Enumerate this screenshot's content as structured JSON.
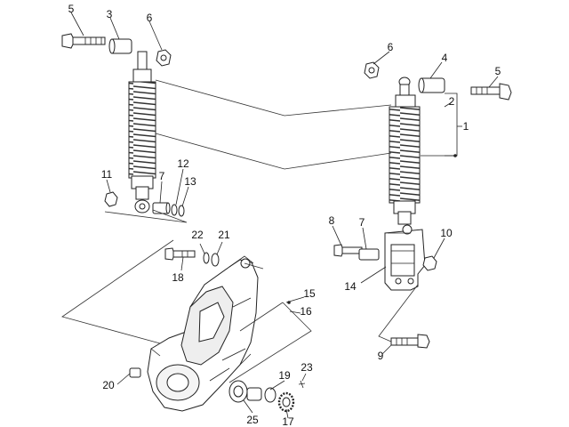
{
  "diagram": {
    "labels": {
      "l1": "1",
      "l2": "2",
      "l3": "3",
      "l4": "4",
      "l5a": "5",
      "l5b": "5",
      "l6a": "6",
      "l6b": "6",
      "l7a": "7",
      "l7b": "7",
      "l8": "8",
      "l9": "9",
      "l10": "10",
      "l11": "11",
      "l12": "12",
      "l13": "13",
      "l14": "14",
      "l15": "15",
      "l16": "16",
      "l17": "17",
      "l18": "18",
      "l19": "19",
      "l20": "20",
      "l21": "21",
      "l22": "22",
      "l23": "23",
      "l25": "25"
    },
    "colors": {
      "line": "#222222",
      "part_fill": "#ffffff",
      "shade": "#d9d9d9",
      "dark": "#555555"
    }
  }
}
